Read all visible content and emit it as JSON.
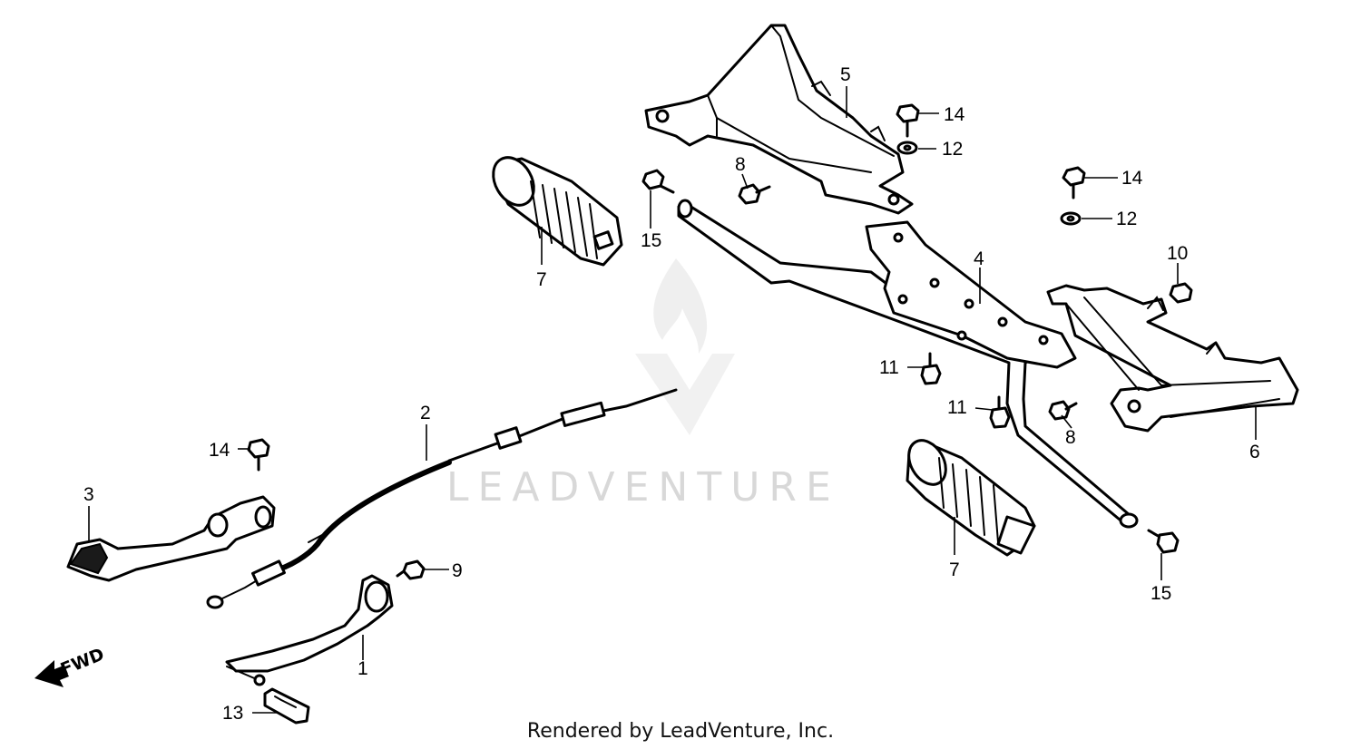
{
  "callouts": {
    "c1": "1",
    "c2": "2",
    "c3": "3",
    "c4": "4",
    "c5": "5",
    "c6": "6",
    "c7a": "7",
    "c7b": "7",
    "c8a": "8",
    "c8b": "8",
    "c9": "9",
    "c10": "10",
    "c11a": "11",
    "c11b": "11",
    "c12a": "12",
    "c12b": "12",
    "c13": "13",
    "c14a": "14",
    "c14b": "14",
    "c14c": "14",
    "c15a": "15",
    "c15b": "15"
  },
  "direction_label": "FWD",
  "watermark": "LEADVENTURE",
  "footer": "Rendered by LeadVenture, Inc."
}
